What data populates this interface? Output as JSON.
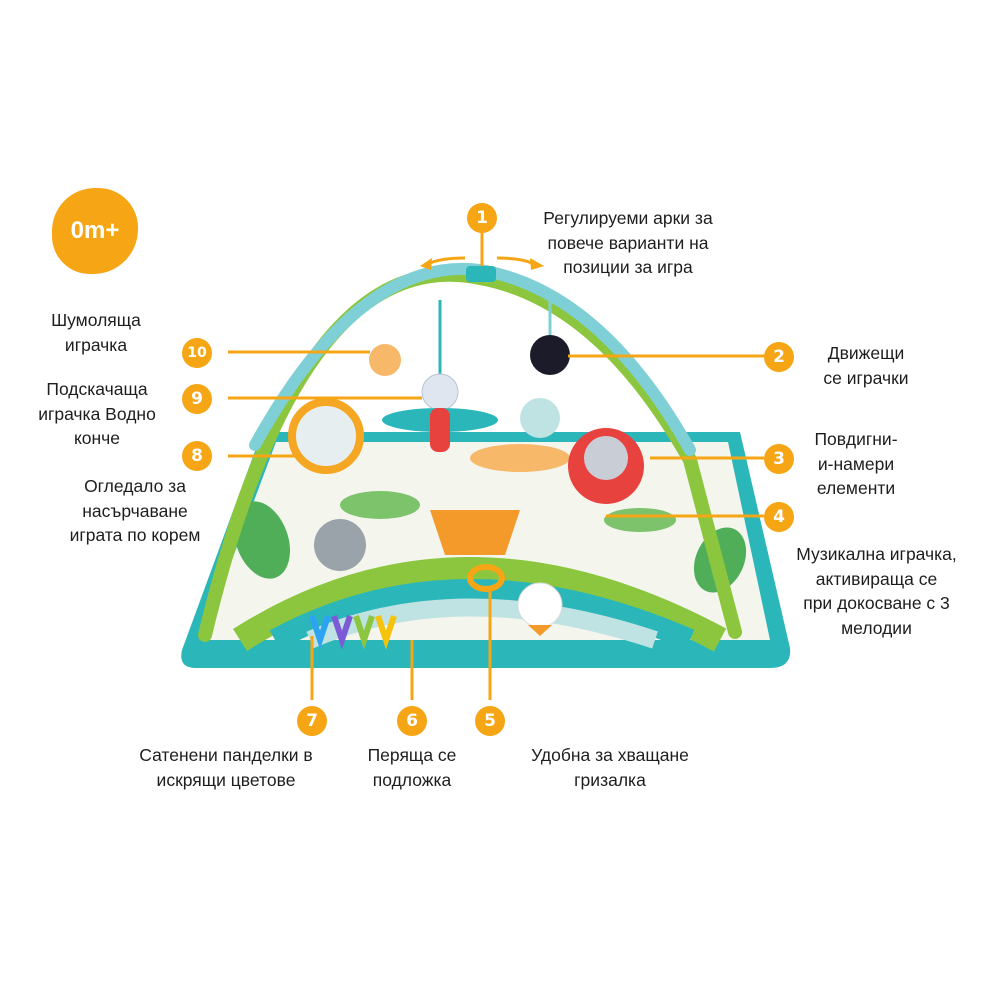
{
  "age_badge": "0m+",
  "colors": {
    "accent": "#f6a515",
    "mat_teal": "#2bb7b9",
    "arch_green": "#8cc63f",
    "arch_blue": "#7fd0d6"
  },
  "callouts": [
    {
      "number": "1",
      "lines": [
        "Регулируеми арки за",
        "повече варианти на",
        "позиции за игра"
      ]
    },
    {
      "number": "2",
      "lines": [
        "Движещи",
        "се играчки"
      ]
    },
    {
      "number": "3",
      "lines": [
        "Повдигни-",
        "и-намери",
        "елементи"
      ]
    },
    {
      "number": "4",
      "lines": [
        "Музикална играчка,",
        "активираща се",
        "при докосване с 3",
        "мелодии"
      ]
    },
    {
      "number": "5",
      "lines": [
        "Удобна за хващане",
        "гризалка"
      ]
    },
    {
      "number": "6",
      "lines": [
        "Перяща се",
        "подложка"
      ]
    },
    {
      "number": "7",
      "lines": [
        "Сатенени панделки в",
        "искрящи цветове"
      ]
    },
    {
      "number": "8",
      "lines": [
        "Огледало за",
        "насърчаване",
        "играта по корем"
      ]
    },
    {
      "number": "9",
      "lines": [
        "Подскачаща",
        "играчка Водно",
        "конче"
      ]
    },
    {
      "number": "10",
      "lines": [
        "Шумоляща",
        "играчка"
      ]
    }
  ]
}
